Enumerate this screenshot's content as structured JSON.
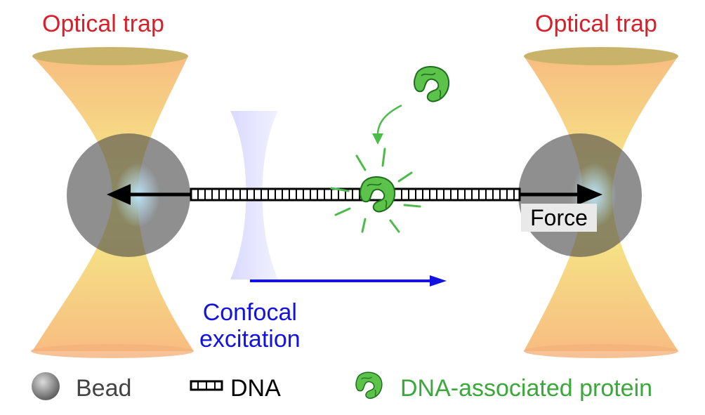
{
  "labels": {
    "optical_trap_left": "Optical trap",
    "optical_trap_right": "Optical trap",
    "confocal_line1": "Confocal",
    "confocal_line2": "excitation",
    "force": "Force"
  },
  "legend": {
    "bead": "Bead",
    "dna": "DNA",
    "protein": "DNA-associated protein"
  },
  "colors": {
    "trap_title": "#d9202a",
    "confocal": "#1313e0",
    "protein": "#3aa83a",
    "trap_beam": "#f7b769",
    "bead": "#555555"
  },
  "icons": [
    "bead-icon",
    "dna-icon",
    "protein-icon"
  ]
}
